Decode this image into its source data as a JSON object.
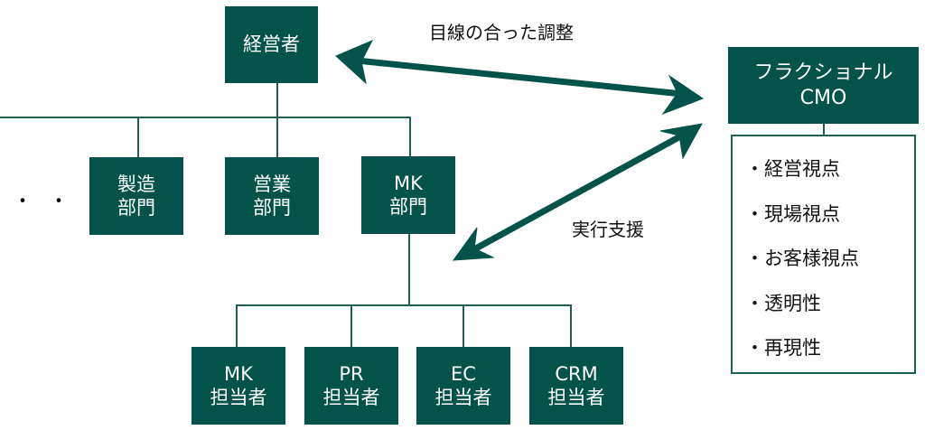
{
  "colors": {
    "box_fill": "#03534A",
    "line": "#1e5f56",
    "text_on_box": "#ffffff"
  },
  "executive": {
    "label": "経営者"
  },
  "departments": [
    {
      "line1": "製造",
      "line2": "部門"
    },
    {
      "line1": "営業",
      "line2": "部門"
    },
    {
      "line1": "MK",
      "line2": "部門"
    }
  ],
  "ellipsis": "・・・",
  "staff": [
    {
      "line1": "MK",
      "line2": "担当者"
    },
    {
      "line1": "PR",
      "line2": "担当者"
    },
    {
      "line1": "EC",
      "line2": "担当者"
    },
    {
      "line1": "CRM",
      "line2": "担当者"
    }
  ],
  "cmo": {
    "line1": "フラクショナル",
    "line2": "CMO"
  },
  "cmo_points": [
    "経営視点",
    "現場視点",
    "お客様視点",
    "透明性",
    "再現性"
  ],
  "arrows": {
    "alignment_label": "目線の合った調整",
    "support_label": "実行支援"
  }
}
